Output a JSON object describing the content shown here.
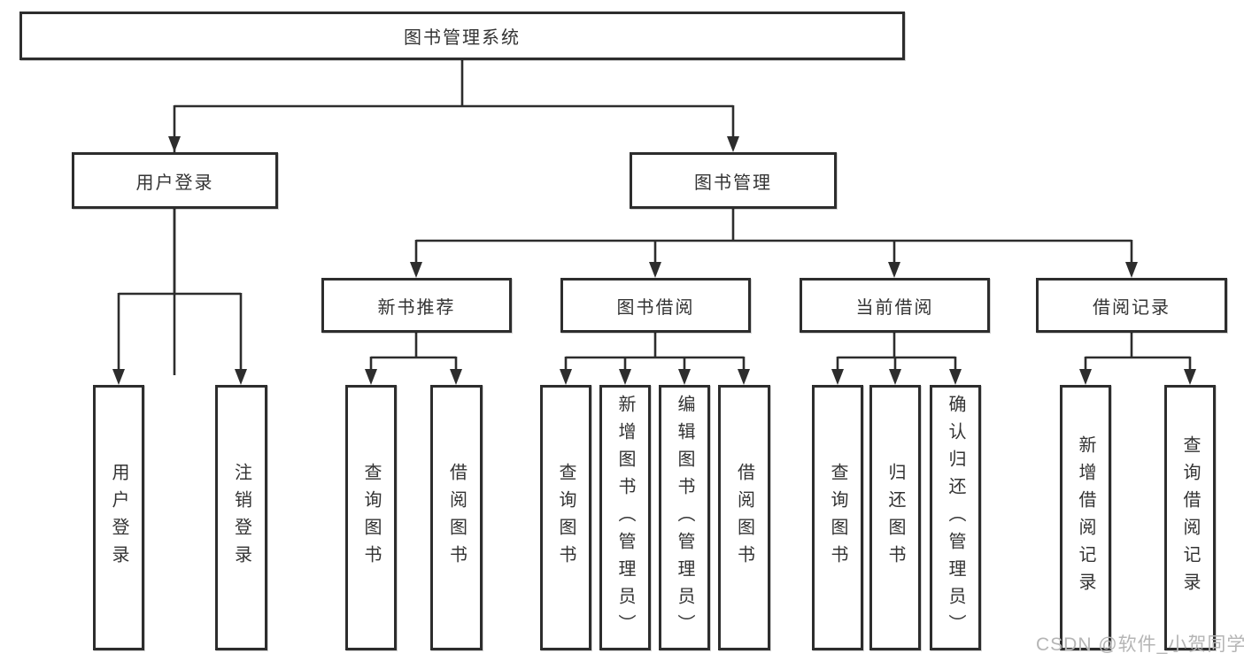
{
  "diagram": {
    "title": "图书管理系统",
    "root": {
      "label": "图书管理系统"
    },
    "level2": [
      {
        "label": "用户登录"
      },
      {
        "label": "图书管理"
      }
    ],
    "level3": [
      {
        "label": "新书推荐"
      },
      {
        "label": "图书借阅"
      },
      {
        "label": "当前借阅"
      },
      {
        "label": "借阅记录"
      }
    ],
    "leaves": [
      {
        "label": "用户登录"
      },
      {
        "label": "注销登录"
      },
      {
        "label": "查询图书"
      },
      {
        "label": "借阅图书"
      },
      {
        "label": "查询图书"
      },
      {
        "label": "新增图书（管理员）"
      },
      {
        "label": "编辑图书（管理员）"
      },
      {
        "label": "借阅图书"
      },
      {
        "label": "查询图书"
      },
      {
        "label": "归还图书"
      },
      {
        "label": "确认归还（管理员）"
      },
      {
        "label": "新增借阅记录"
      },
      {
        "label": "查询借阅记录"
      }
    ]
  },
  "watermark": {
    "text": "CSDN @软件_小贺同学"
  },
  "colors": {
    "line": "#2d2d2d",
    "box_border": "#2d2d2d",
    "text": "#333333",
    "watermark": "#b5b5b5",
    "background": "#ffffff"
  }
}
